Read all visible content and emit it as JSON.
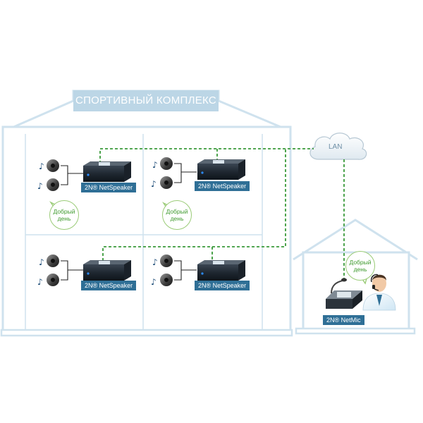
{
  "title": "СПОРТИВНЫЙ КОМПЛЕКС",
  "network_label": "LAN",
  "speaker_device_label": "2N® NetSpeaker",
  "mic_device_label": "2N® NetMic",
  "greeting": {
    "line1": "Добрый",
    "line2": "день"
  },
  "colors": {
    "building_outline": "#cfe2ee",
    "banner": "#bcd6e6",
    "label_bg": "#2f6f96",
    "link_dash": "#3a9a3a",
    "bubble_border": "#9acb77",
    "bubble_text": "#3f9a2e"
  }
}
